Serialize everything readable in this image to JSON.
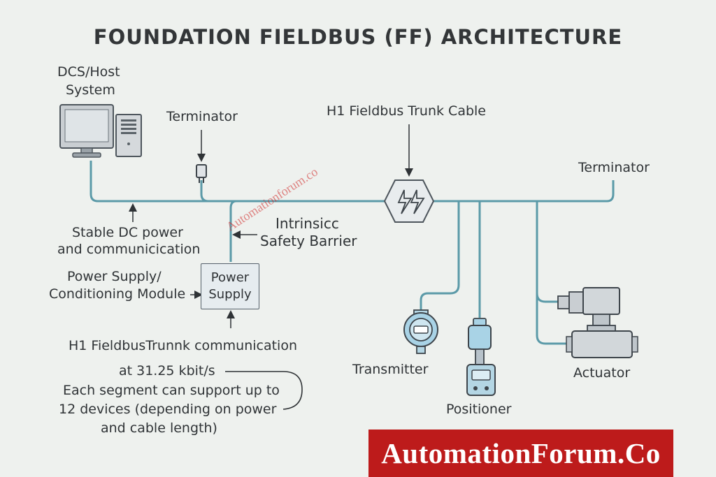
{
  "title": "FOUNDATION FIELDBUS (FF) ARCHITECTURE",
  "labels": {
    "dcs_host_line1": "DCS/Host",
    "dcs_host_line2": "System",
    "terminator_left": "Terminator",
    "trunk_cable": "H1 Fieldbus Trunk Cable",
    "terminator_right": "Terminator",
    "stable_dc_line1": "Stable DC power",
    "stable_dc_line2": "and communicication",
    "barrier_line1": "Intrinsicc",
    "barrier_line2": "Safety Barrier",
    "psu_module_line1": "Power Supply/",
    "psu_module_line2": "Conditioning Module",
    "psu_box_line1": "Power",
    "psu_box_line2": "Supply",
    "comm_line1": "H1 FieldbusTrunnk communication",
    "comm_line2": "at 31.25 kbit/s",
    "segment_line1": "Each segment can support up to",
    "segment_line2": "12 devices (depending on power",
    "segment_line3": "and cable length)",
    "transmitter": "Transmitter",
    "positioner": "Positioner",
    "actuator": "Actuator"
  },
  "watermark": "Automationforum.co",
  "brand_banner": "AutomationForum.Co",
  "colors": {
    "background": "#eef1ee",
    "cable": "#5b9aa8",
    "device_blue": "#a9d3e6",
    "device_gray": "#c9ced2",
    "brand_red": "#bd1b1b"
  },
  "icons": [
    "computer-monitor-icon",
    "computer-tower-icon",
    "terminator-plug-icon",
    "lightning-junction-icon",
    "transmitter-icon",
    "positioner-icon",
    "actuator-icon"
  ]
}
